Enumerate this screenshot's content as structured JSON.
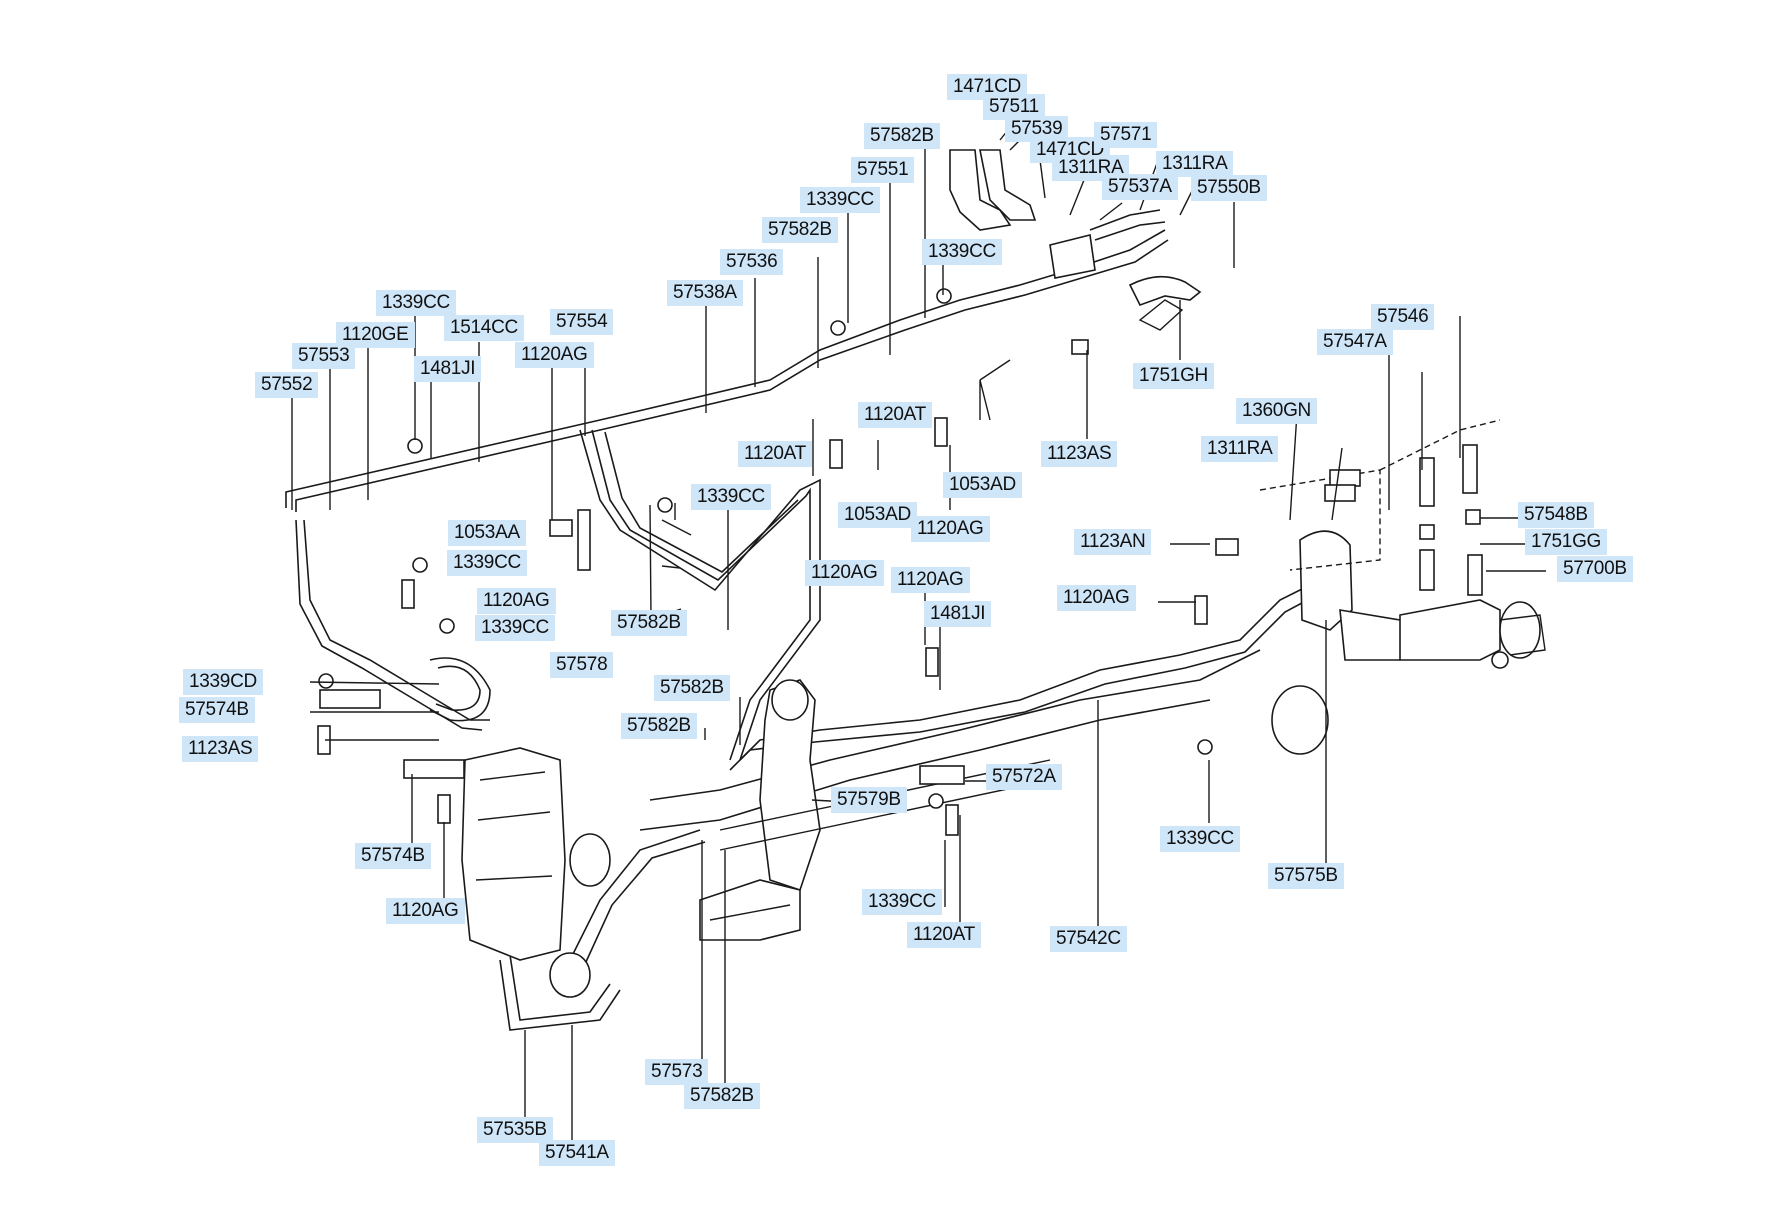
{
  "callouts": [
    {
      "id": "c-1471cd-a",
      "text": "1471CD"
    },
    {
      "id": "c-57511",
      "text": "57511"
    },
    {
      "id": "c-57582b-top",
      "text": "57582B"
    },
    {
      "id": "c-57539",
      "text": "57539"
    },
    {
      "id": "c-1471cd-b",
      "text": "1471CD"
    },
    {
      "id": "c-57571",
      "text": "57571"
    },
    {
      "id": "c-1311ra-a",
      "text": "1311RA"
    },
    {
      "id": "c-1311ra-b",
      "text": "1311RA"
    },
    {
      "id": "c-57551",
      "text": "57551"
    },
    {
      "id": "c-57537a",
      "text": "57537A"
    },
    {
      "id": "c-57550b",
      "text": "57550B"
    },
    {
      "id": "c-1339cc-a",
      "text": "1339CC"
    },
    {
      "id": "c-57582b-b",
      "text": "57582B"
    },
    {
      "id": "c-1339cc-b",
      "text": "1339CC"
    },
    {
      "id": "c-57536",
      "text": "57536"
    },
    {
      "id": "c-57538a",
      "text": "57538A"
    },
    {
      "id": "c-1339cc-c",
      "text": "1339CC"
    },
    {
      "id": "c-1120ge",
      "text": "1120GE"
    },
    {
      "id": "c-1514cc",
      "text": "1514CC"
    },
    {
      "id": "c-57554",
      "text": "57554"
    },
    {
      "id": "c-57553",
      "text": "57553"
    },
    {
      "id": "c-1481ji-a",
      "text": "1481JI"
    },
    {
      "id": "c-1120ag-a",
      "text": "1120AG"
    },
    {
      "id": "c-57552",
      "text": "57552"
    },
    {
      "id": "c-1751gh",
      "text": "1751GH"
    },
    {
      "id": "c-57546",
      "text": "57546"
    },
    {
      "id": "c-57547a",
      "text": "57547A"
    },
    {
      "id": "c-1360gn",
      "text": "1360GN"
    },
    {
      "id": "c-1120at-a",
      "text": "1120AT"
    },
    {
      "id": "c-1311ra-c",
      "text": "1311RA"
    },
    {
      "id": "c-1120at-b",
      "text": "1120AT"
    },
    {
      "id": "c-1123as-a",
      "text": "1123AS"
    },
    {
      "id": "c-1053ad-a",
      "text": "1053AD"
    },
    {
      "id": "c-1339cc-d",
      "text": "1339CC"
    },
    {
      "id": "c-1053ad-b",
      "text": "1053AD"
    },
    {
      "id": "c-57548b",
      "text": "57548B"
    },
    {
      "id": "c-1053aa",
      "text": "1053AA"
    },
    {
      "id": "c-1120ag-b",
      "text": "1120AG"
    },
    {
      "id": "c-1123an",
      "text": "1123AN"
    },
    {
      "id": "c-1751gg",
      "text": "1751GG"
    },
    {
      "id": "c-1339cc-e",
      "text": "1339CC"
    },
    {
      "id": "c-57700b",
      "text": "57700B"
    },
    {
      "id": "c-1120ag-c",
      "text": "1120AG"
    },
    {
      "id": "c-1120ag-d",
      "text": "1120AG"
    },
    {
      "id": "c-1120ag-e",
      "text": "1120AG"
    },
    {
      "id": "c-1120ag-f",
      "text": "1120AG"
    },
    {
      "id": "c-1339cc-f",
      "text": "1339CC"
    },
    {
      "id": "c-57582b-c",
      "text": "57582B"
    },
    {
      "id": "c-1481ji-b",
      "text": "1481JI"
    },
    {
      "id": "c-57578",
      "text": "57578"
    },
    {
      "id": "c-1339cd",
      "text": "1339CD"
    },
    {
      "id": "c-57582b-d",
      "text": "57582B"
    },
    {
      "id": "c-57574b-a",
      "text": "57574B"
    },
    {
      "id": "c-57582b-e",
      "text": "57582B"
    },
    {
      "id": "c-1123as-b",
      "text": "1123AS"
    },
    {
      "id": "c-57572a",
      "text": "57572A"
    },
    {
      "id": "c-57579b",
      "text": "57579B"
    },
    {
      "id": "c-57574b-b",
      "text": "57574B"
    },
    {
      "id": "c-1339cc-g",
      "text": "1339CC"
    },
    {
      "id": "c-57575b",
      "text": "57575B"
    },
    {
      "id": "c-1120ag-g",
      "text": "1120AG"
    },
    {
      "id": "c-1339cc-h",
      "text": "1339CC"
    },
    {
      "id": "c-1120at-c",
      "text": "1120AT"
    },
    {
      "id": "c-57542c",
      "text": "57542C"
    },
    {
      "id": "c-57573",
      "text": "57573"
    },
    {
      "id": "c-57582b-f",
      "text": "57582B"
    },
    {
      "id": "c-57535b",
      "text": "57535B"
    },
    {
      "id": "c-57541a",
      "text": "57541A"
    }
  ]
}
